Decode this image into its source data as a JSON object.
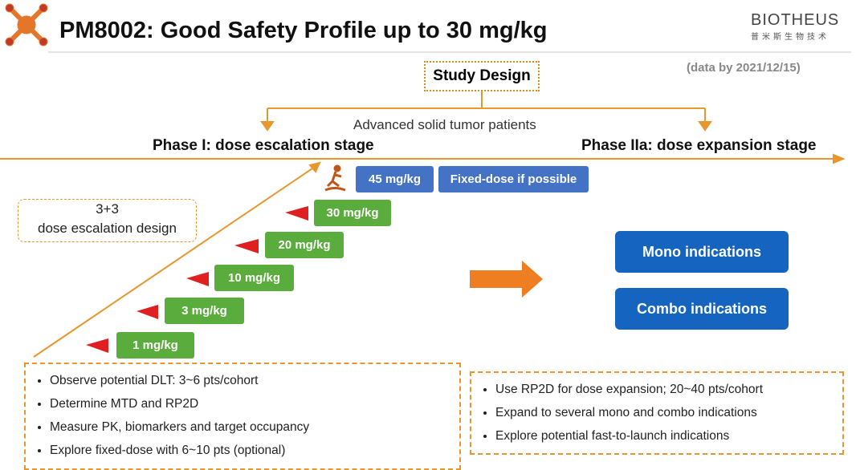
{
  "header": {
    "title": "PM8002: Good Safety Profile up to 30 mg/kg",
    "logo_text": "BIOTHEUS",
    "logo_sub": "普米斯生物技术",
    "date_note": "(data by 2021/12/15)"
  },
  "design": {
    "study_design": "Study Design",
    "population": "Advanced solid tumor patients",
    "phase1": "Phase I: dose escalation stage",
    "phase2": "Phase IIa: dose expansion stage",
    "design_box_line1": "3+3",
    "design_box_line2": "dose escalation design"
  },
  "doses": [
    "1 mg/kg",
    "3 mg/kg",
    "10 mg/kg",
    "20 mg/kg",
    "30 mg/kg"
  ],
  "top_dose": "45 mg/kg",
  "fixed_dose": "Fixed-dose if possible",
  "indications": [
    "Mono indications",
    "Combo indications"
  ],
  "phase1_bullets": [
    "Observe potential DLT: 3~6 pts/cohort",
    "Determine MTD and RP2D",
    "Measure PK, biomarkers and target occupancy",
    "Explore fixed-dose with 6~10 pts (optional)"
  ],
  "phase2_bullets": [
    "Use RP2D for dose expansion; 20~40 pts/cohort",
    "Expand to several mono and combo indications",
    "Explore potential fast-to-launch indications"
  ],
  "colors": {
    "orange": "#e8962e",
    "green": "#5aad3c",
    "blue": "#4472c4",
    "indication_blue": "#1565c0",
    "flag_red": "#e02020"
  }
}
